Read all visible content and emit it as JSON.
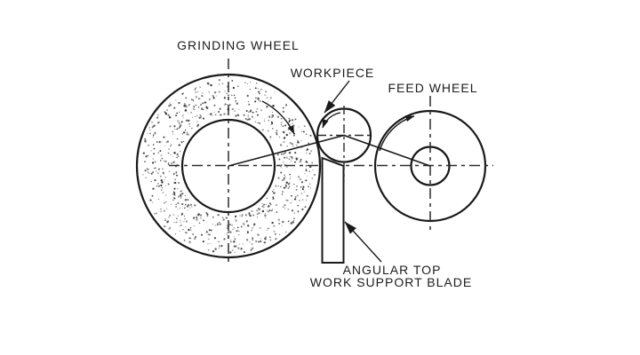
{
  "diagram": {
    "type": "centerless-grinding-schematic",
    "labels": {
      "grinding_wheel": "GRINDING WHEEL",
      "workpiece": "WORKPIECE",
      "feed_wheel": "FEED WHEEL",
      "blade_line1": "ANGULAR TOP",
      "blade_line2": "WORK SUPPORT BLADE"
    },
    "rotation": {
      "grinding_wheel": "clockwise",
      "workpiece": "counterclockwise",
      "feed_wheel": "clockwise"
    },
    "colors": {
      "line": "#1a1a1a",
      "centerline": "#2a2a2a",
      "text": "#1c1c1c",
      "background": "#ffffff"
    }
  }
}
